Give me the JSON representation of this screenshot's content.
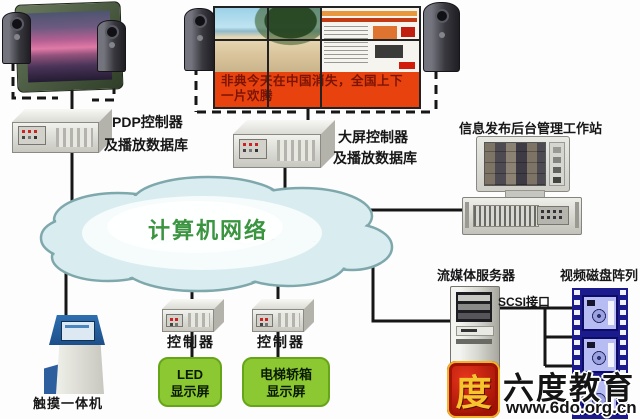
{
  "cloud": {
    "label": "计算机网络"
  },
  "devices": {
    "pdp": {
      "line1": "PDP控制器",
      "line2": "及播放数据库"
    },
    "wall_ctrl": {
      "line1": "大屏控制器",
      "line2": "及播放数据库"
    },
    "workstation": {
      "label": "信息发布后台管理工作站"
    },
    "media_server": {
      "label": "流媒体服务器"
    },
    "disk_array": {
      "label": "视频磁盘阵列"
    },
    "scsi": {
      "label": "SCSI接口"
    },
    "kiosk": {
      "label": "触摸一体机"
    },
    "controller": {
      "label": "控制器"
    },
    "led": {
      "line1": "LED",
      "line2": "显示屏"
    },
    "elevator": {
      "line1": "电梯轿箱",
      "line2": "显示屏"
    }
  },
  "video_wall": {
    "banner": "非典今天在中国消失，全国上下一片欢腾"
  },
  "watermark": {
    "logo_char": "度",
    "brand": "六度教育",
    "url": "www.6do.org.cn"
  },
  "colors": {
    "cloud_text_green": "#3a9440",
    "display_box_green": "#8cc832",
    "banner_red": "#e8430f",
    "disk_array_blue": "#1b1b8e",
    "logo_red": "#b81a0a"
  }
}
